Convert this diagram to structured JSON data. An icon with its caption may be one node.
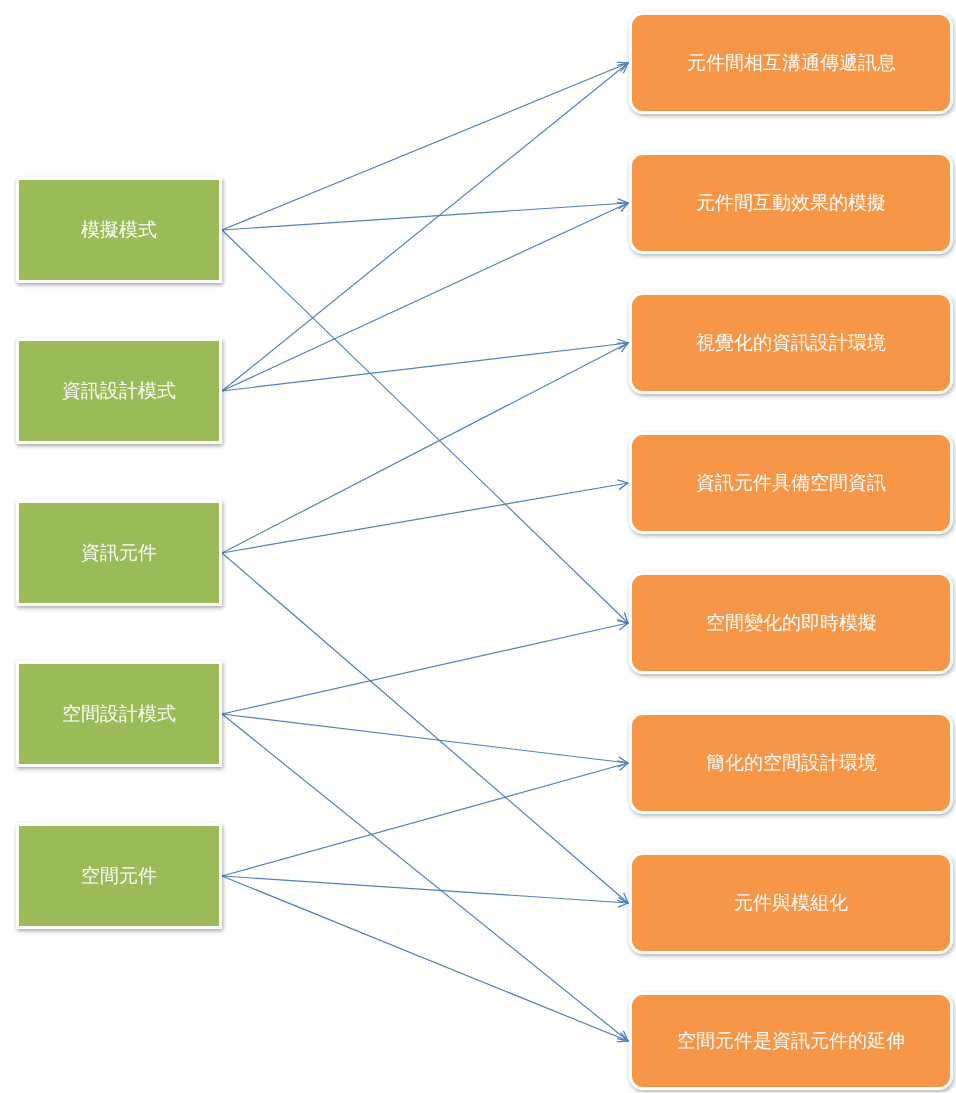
{
  "diagram": {
    "nodes": [
      {
        "text": [
          "模擬模式"
        ]
      },
      {
        "text": [
          "資訊設計模式"
        ]
      },
      {
        "text": [
          "資訊元件"
        ]
      },
      {
        "text": [
          "空間設計模式"
        ]
      },
      {
        "text": [
          "空間元件"
        ]
      },
      {
        "text": [
          "元件間相互溝通傳遞訊息"
        ]
      },
      {
        "text": [
          "元件間互動效果的模擬"
        ]
      },
      {
        "text": [
          "視覺化的資訊設計環境"
        ]
      },
      {
        "text": [
          "資訊元件具備空間資訊"
        ]
      },
      {
        "text": [
          "空間變化的即時模擬"
        ]
      },
      {
        "text": [
          "簡化的空間設計環境"
        ]
      },
      {
        "text": [
          "元件與模組化"
        ]
      },
      {
        "text": [
          "空間元件是資訊元件的延伸"
        ]
      }
    ],
    "edges": [
      {
        "from": 0,
        "to": 5,
        "arrow": "to"
      },
      {
        "from": 0,
        "to": 6,
        "arrow": "to"
      },
      {
        "from": 0,
        "to": 9,
        "arrow": "to"
      },
      {
        "from": 1,
        "to": 5,
        "arrow": "to"
      },
      {
        "from": 1,
        "to": 6,
        "arrow": "to"
      },
      {
        "from": 1,
        "to": 7,
        "arrow": "to"
      },
      {
        "from": 2,
        "to": 7,
        "arrow": "to"
      },
      {
        "from": 2,
        "to": 8,
        "arrow": "to"
      },
      {
        "from": 2,
        "to": 11,
        "arrow": "to"
      },
      {
        "from": 3,
        "to": 9,
        "arrow": "to"
      },
      {
        "from": 3,
        "to": 10,
        "arrow": "to"
      },
      {
        "from": 3,
        "to": 12,
        "arrow": "to"
      },
      {
        "from": 4,
        "to": 10,
        "arrow": "to"
      },
      {
        "from": 4,
        "to": 11,
        "arrow": "to"
      },
      {
        "from": 4,
        "to": 12,
        "arrow": "to"
      }
    ]
  }
}
